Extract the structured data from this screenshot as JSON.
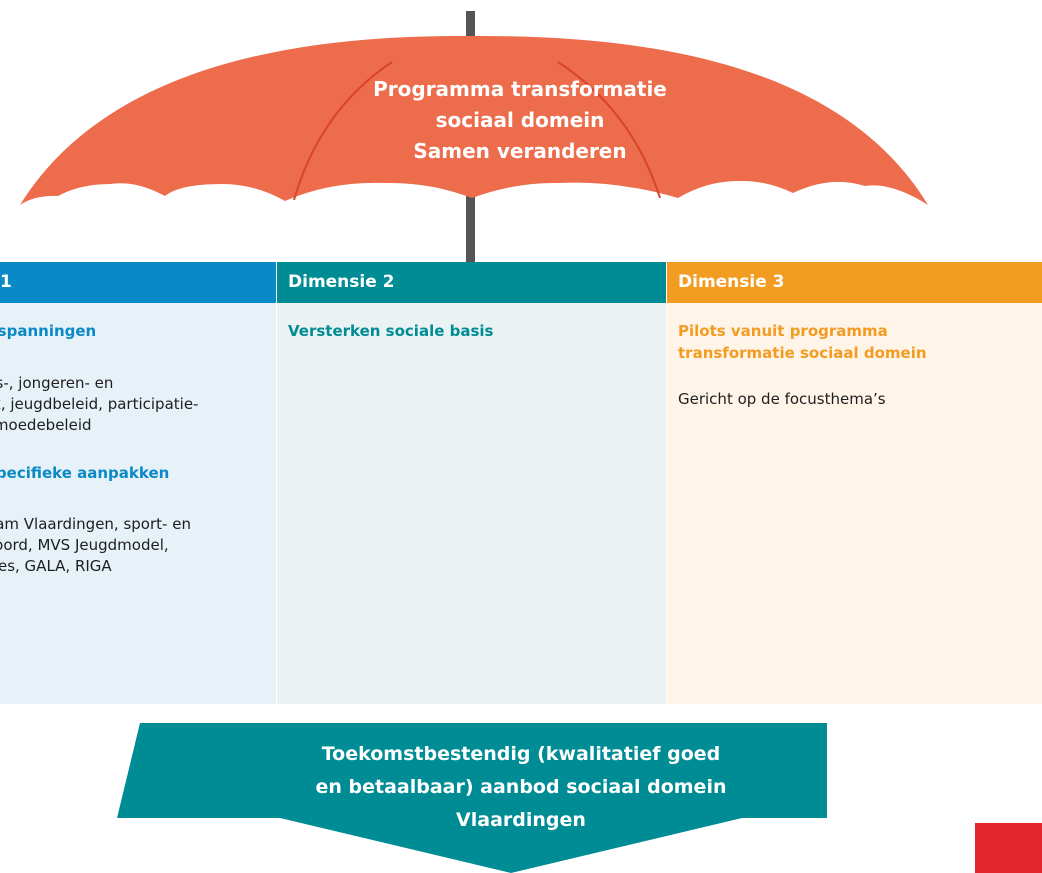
{
  "umbrella": {
    "title_lines": [
      "Programma transformatie",
      "sociaal domein",
      "Samen veranderen"
    ],
    "color": "#ec6c4b"
  },
  "columns": [
    {
      "heading": "1",
      "color": "#0a89c7",
      "sections": [
        {
          "title": "nspanningen",
          "lines": [
            "ns-, jongeren- en",
            "rk, jeugdbeleid, participatie-",
            "rmoedebeleid"
          ]
        },
        {
          "title": "specifieke aanpakken",
          "lines": [
            "aam Vlaardingen, sport- en",
            "koord, MVS Jeugdmodel,",
            "sies, GALA, RIGA"
          ]
        }
      ]
    },
    {
      "heading": "Dimensie 2",
      "color": "#008c94",
      "sections": [
        {
          "title": "Versterken sociale basis",
          "lines": []
        }
      ]
    },
    {
      "heading": "Dimensie 3",
      "color": "#f39c22",
      "sections": [
        {
          "title_lines": [
            "Pilots vanuit programma",
            "transformatie sociaal domein"
          ],
          "lines": [
            "Gericht op de focusthema’s"
          ]
        }
      ]
    }
  ],
  "outcome": {
    "lines": [
      "Toekomstbestendig (kwalitatief goed",
      "en betaalbaar) aanbod sociaal domein",
      "Vlaardingen"
    ],
    "color": "#008c94"
  },
  "accent_color": "#e3262b"
}
